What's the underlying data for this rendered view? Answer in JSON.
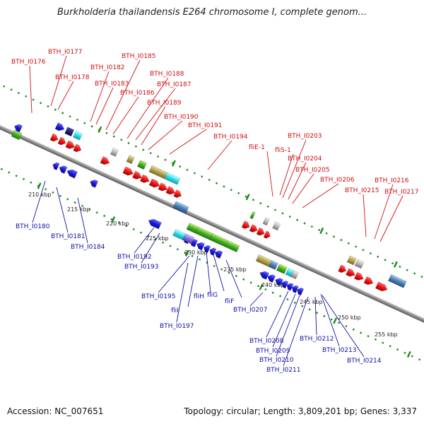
{
  "title": "Burkholderia thailandensis E264 chromosome I, complete genom...",
  "accession": "Accession: NC_007651",
  "summary": "Topology: circular; Length: 3,809,201 bp; Genes: 3,337",
  "colors": {
    "forward_label": "#d01010",
    "reverse_label": "#1010a8",
    "forward_gene": "#ee1111",
    "reverse_gene": "#1a1ae0",
    "track_dots": "#1a8a1a",
    "backbone": "#888888"
  },
  "kbp_ticks": [
    "210 kbp",
    "215 kbp",
    "220 kbp",
    "225 kbp",
    "230 kbp",
    "235 kbp",
    "240 kbp",
    "245 kbp",
    "250 kbp",
    "255 kbp"
  ],
  "forward_labels": [
    "BTH_I0176",
    "BTH_I0177",
    "BTH_I0178",
    "BTH_I0182",
    "BTH_I0183",
    "BTH_I0185",
    "BTH_I0186",
    "BTH_I0187",
    "BTH_I0188",
    "BTH_I0189",
    "BTH_I0190",
    "BTH_I0191",
    "BTH_I0194",
    "fliE-1",
    "fliS-1",
    "BTH_I0203",
    "BTH_I0204",
    "BTH_I0205",
    "BTH_I0206",
    "BTH_I0215",
    "BTH_I0216",
    "BTH_I0217"
  ],
  "reverse_labels": [
    "BTH_I0180",
    "BTH_I0181",
    "BTH_I0184",
    "BTH_I0192",
    "BTH_I0193",
    "BTH_I0195",
    "fliI",
    "fliH",
    "fliG",
    "fliF",
    "BTH_I0197",
    "BTH_I0207",
    "BTH_I0208",
    "BTH_I0209",
    "BTH_I0210",
    "BTH_I0211",
    "BTH_I0212",
    "BTH_I0213",
    "BTH_I0214"
  ]
}
